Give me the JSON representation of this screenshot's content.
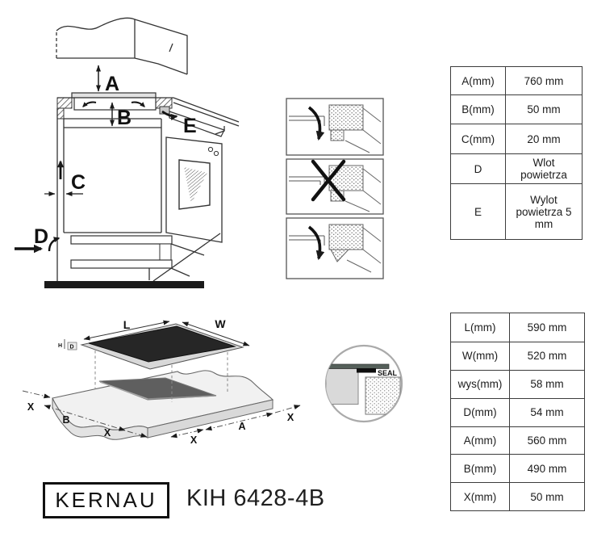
{
  "colors": {
    "line": "#333333",
    "glass": "#262626",
    "floor": "#1a1a1a",
    "seal_strip": "#55605a",
    "table_border": "#3c3c3c"
  },
  "installation_diagram": {
    "labels": {
      "a": "A",
      "b": "B",
      "c": "C",
      "d": "D",
      "e": "E"
    }
  },
  "cutout_diagram": {
    "labels": {
      "l": "L",
      "w": "W",
      "h": "H",
      "d": "D",
      "x_back_left": "X",
      "b": "B",
      "x_front_left": "X",
      "x_front": "X",
      "a": "A",
      "x_right": "X"
    }
  },
  "seal_detail": {
    "label": "SEAL"
  },
  "ventilation_table": {
    "rows": [
      {
        "label": "A(mm)",
        "value": "760 mm"
      },
      {
        "label": "B(mm)",
        "value": "50 mm"
      },
      {
        "label": "C(mm)",
        "value": "20 mm"
      },
      {
        "label": "D",
        "value": "Wlot powietrza"
      },
      {
        "label": "E",
        "value": "Wylot powietrza 5 mm"
      }
    ]
  },
  "cutout_table": {
    "rows": [
      {
        "label": "L(mm)",
        "value": "590 mm"
      },
      {
        "label": "W(mm)",
        "value": "520 mm"
      },
      {
        "label": "wys(mm)",
        "value": "58 mm"
      },
      {
        "label": "D(mm)",
        "value": "54 mm"
      },
      {
        "label": "A(mm)",
        "value": "560 mm"
      },
      {
        "label": "B(mm)",
        "value": "490 mm"
      },
      {
        "label": "X(mm)",
        "value": "50 mm"
      }
    ]
  },
  "branding": {
    "logo": "KERNAU",
    "model": "KIH 6428-4B"
  }
}
